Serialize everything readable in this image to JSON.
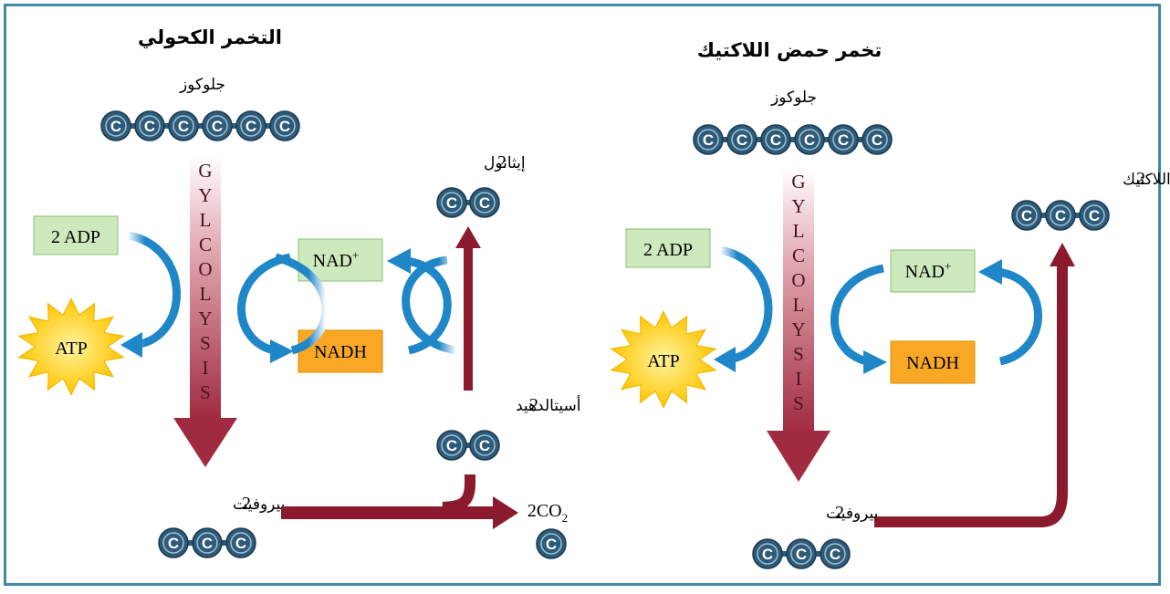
{
  "left": {
    "title": "التخمر الكحولي",
    "glucose": "جلوكوز",
    "adp": "2 ADP",
    "atp": "ATP",
    "nad": "NAD",
    "nad_sup": "+",
    "nadh": "NADH",
    "glycolysis": [
      "G",
      "Y",
      "L",
      "C",
      "O",
      "L",
      "Y",
      "S",
      "I",
      "S"
    ],
    "ethanol_num": "2",
    "ethanol": "إيثانول",
    "acetaldehyde_num": "2",
    "acetaldehyde": "أسيتالدهيد",
    "pyruvate_num": "2",
    "pyruvate": "بيروفيت",
    "co2": "2CO",
    "co2_sub": "2",
    "carbon": "C"
  },
  "right": {
    "title": "تخمر حمض اللاكتيك",
    "glucose": "جلوكوز",
    "adp": "2 ADP",
    "atp": "ATP",
    "nad": "NAD",
    "nad_sup": "+",
    "nadh": "NADH",
    "glycolysis": [
      "G",
      "Y",
      "L",
      "C",
      "O",
      "L",
      "Y",
      "S",
      "I",
      "S"
    ],
    "lactic_num": "2",
    "lactic": "حمض اللاكتيك",
    "pyruvate_num": "2",
    "pyruvate": "بيروفيت",
    "carbon": "C"
  },
  "colors": {
    "frame": "#3f8ba3",
    "carbon": "#2f5a78",
    "green_box": "#cde9bd",
    "orange_box": "#f9a825",
    "blue_arrow": "#1f86c8",
    "dark_red_arrow": "#8b1a2e",
    "atp_burst": "#ffcf14"
  }
}
